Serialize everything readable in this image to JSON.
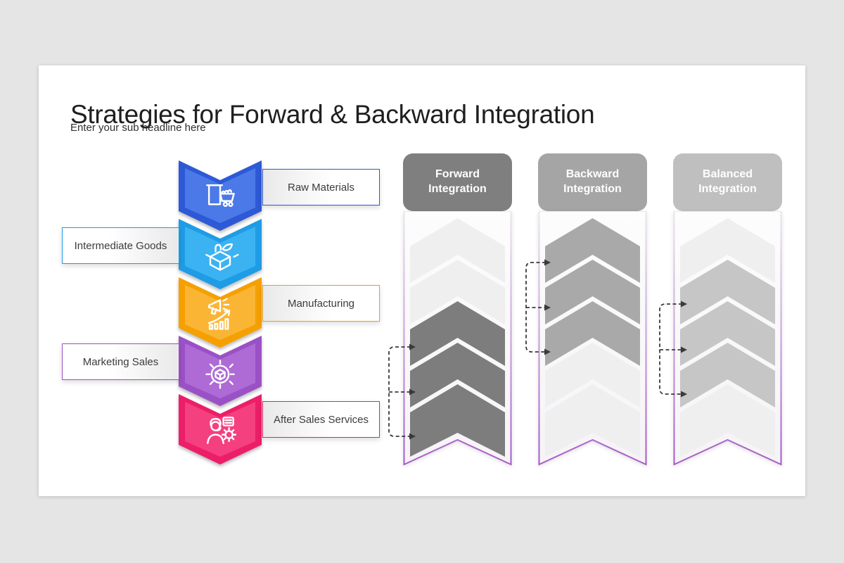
{
  "slide": {
    "title": "Strategies for Forward & Backward Integration",
    "subtitle": "Enter your sub headline here"
  },
  "supply_chain": {
    "steps": [
      {
        "label": "Raw Materials",
        "side": "right",
        "icon": "mining-cart-icon",
        "color_outer": "#2E59D6",
        "color_inner": "#4C79E8"
      },
      {
        "label": "Intermediate Goods",
        "side": "left",
        "icon": "goods-box-icon",
        "color_outer": "#1E9CE5",
        "color_inner": "#3BB2F2"
      },
      {
        "label": "Manufacturing",
        "side": "right",
        "icon": "megaphone-growth-icon",
        "color_outer": "#F5A000",
        "color_inner": "#FBB535"
      },
      {
        "label": "Marketing Sales",
        "side": "left",
        "icon": "gear-cube-icon",
        "color_outer": "#9B51C6",
        "color_inner": "#AE6BD6"
      },
      {
        "label": "After Sales Services",
        "side": "right",
        "icon": "customer-support-icon",
        "color_outer": "#EC1E68",
        "color_inner": "#F4407E"
      }
    ]
  },
  "strategies": [
    {
      "title": "Forward Integration",
      "header_color": "#7F7F7F",
      "active_color": "#7D7D7D",
      "active_steps": [
        3,
        4,
        5
      ]
    },
    {
      "title": "Backward Integration",
      "header_color": "#A5A5A5",
      "active_color": "#A9A9A9",
      "active_steps": [
        1,
        2,
        3
      ]
    },
    {
      "title": "Balanced Integration",
      "header_color": "#BFBFBF",
      "active_color": "#C6C6C6",
      "active_steps": [
        2,
        3,
        4
      ]
    }
  ],
  "styles": {
    "page_background": "#E6E5E5",
    "slide_background": "#FFFFFF",
    "title_color": "#1F1F1F",
    "inactive_chevron": "#EFEFEF",
    "banner_edge_purple": "#A55AC9",
    "arrow_color": "#3A3A3A",
    "label_text_color": "#3C3C3C"
  }
}
